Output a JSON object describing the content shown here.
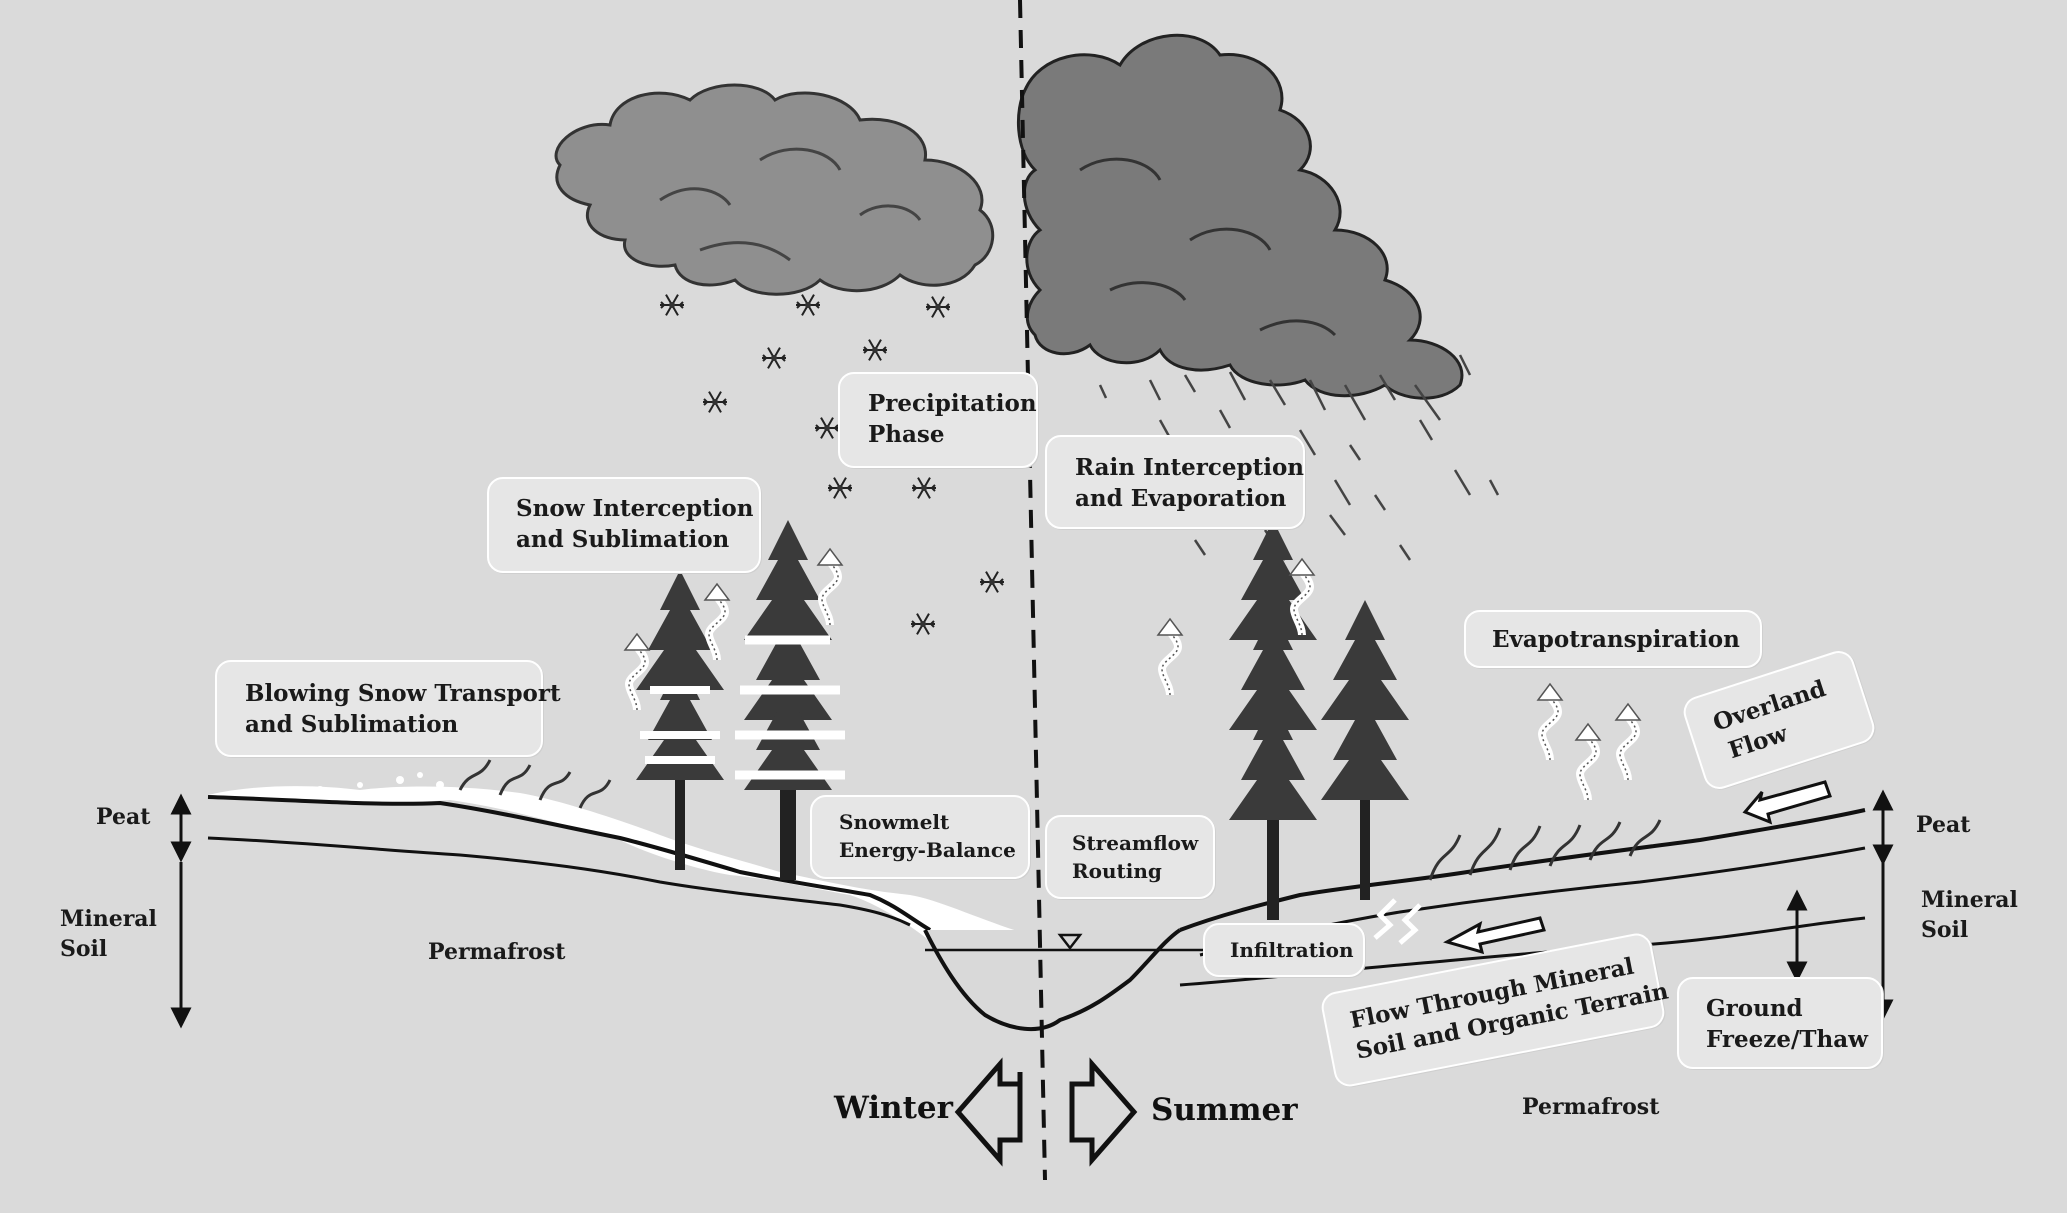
{
  "colors": {
    "background": "#dadada",
    "cloud": "#8f8f8f",
    "cloud_dark": "#6e6e6e",
    "label_box": "#e6e6e6",
    "snow": "#ffffff",
    "ink": "#1a1a1a"
  },
  "icons": [
    "snowflake-icon",
    "raindrop-icon",
    "vapor-arrow-icon",
    "flow-arrow-icon",
    "double-arrow-icon",
    "water-level-icon"
  ],
  "labels": {
    "precipitation_phase": [
      "Precipitation",
      "Phase"
    ],
    "snow_interception": [
      "Snow Interception",
      "and Sublimation"
    ],
    "blowing_snow": [
      "Blowing Snow Transport",
      "and Sublimation"
    ],
    "snowmelt": [
      "Snowmelt",
      "Energy-Balance"
    ],
    "rain_interception": [
      "Rain Interception",
      "and Evaporation"
    ],
    "evapotranspiration": "Evapotranspiration",
    "overland_flow": [
      "Overland",
      "Flow"
    ],
    "streamflow_routing": [
      "Streamflow",
      "Routing"
    ],
    "infiltration": "Infiltration",
    "flow_through": [
      "Flow Through Mineral",
      "Soil and Organic Terrain"
    ],
    "ground_freeze": [
      "Ground",
      "Freeze/Thaw"
    ]
  },
  "layers": {
    "left_peat": "Peat",
    "left_mineral": [
      "Mineral",
      "Soil"
    ],
    "left_permafrost": "Permafrost",
    "right_peat": "Peat",
    "right_mineral": [
      "Mineral",
      "Soil"
    ],
    "right_permafrost": "Permafrost"
  },
  "seasons": {
    "winter": "Winter",
    "summer": "Summer"
  }
}
